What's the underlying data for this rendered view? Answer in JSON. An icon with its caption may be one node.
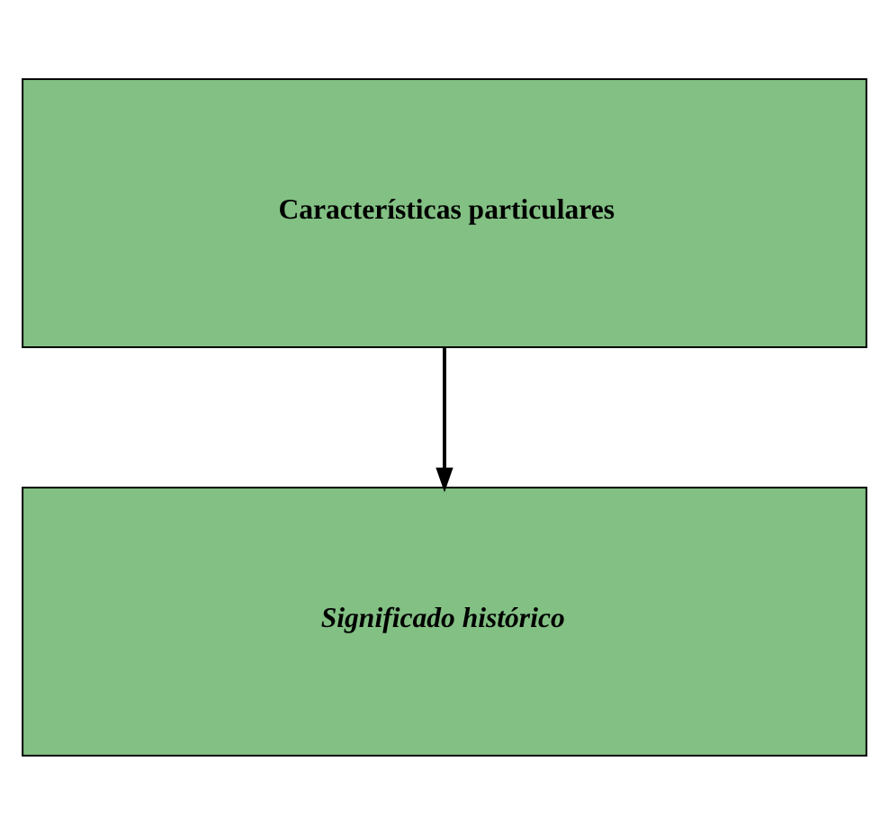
{
  "diagram": {
    "nodes": [
      {
        "text": [
          "Características particulares"
        ]
      },
      {
        "text": [
          "Significado histórico"
        ]
      }
    ],
    "edges": [
      {
        "from": 0,
        "to": 1,
        "arrow": "to"
      }
    ]
  }
}
